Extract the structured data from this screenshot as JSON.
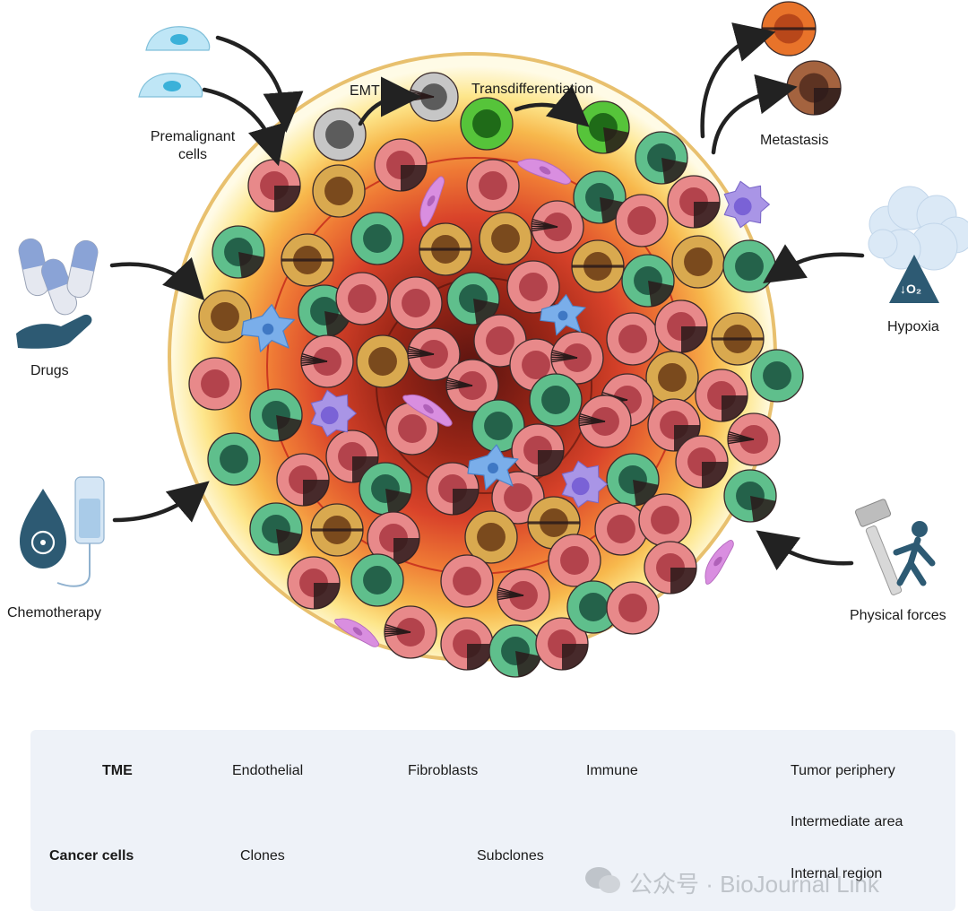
{
  "labels": {
    "premalignant": [
      "Premalignant",
      "cells"
    ],
    "emt": "EMT",
    "transdifferentiation": "Transdifferentiation",
    "metastasis": "Metastasis",
    "drugs": "Drugs",
    "hypoxia": "Hypoxia",
    "hypoxia_symbol": "↓O₂",
    "chemotherapy": "Chemotherapy",
    "physical_forces": "Physical forces"
  },
  "legend": {
    "tme": "TME",
    "endothelial": "Endothelial",
    "fibroblasts": "Fibroblasts",
    "immune": "Immune",
    "cancer_cells": "Cancer cells",
    "clones": "Clones",
    "subclones": "Subclones",
    "tumor_periphery": "Tumor periphery",
    "intermediate_area": "Intermediate area",
    "internal_region": "Internal region"
  },
  "watermark": "公众号 · BioJournal Link",
  "colors": {
    "pink_cell": "#e8898a",
    "pink_nucleus": "#b3434c",
    "green_cell": "#5fbf8c",
    "green_nucleus": "#24624a",
    "gold_cell": "#d9a94f",
    "gold_nucleus": "#7a4a1d",
    "bright_green_cell": "#56c43a",
    "bright_green_nucleus": "#1f6b18",
    "grey_cell": "#c6c6c6",
    "grey_nucleus": "#5c5c5c",
    "orange_cell": "#e8732a",
    "brown_cell": "#a4633f",
    "endothelial": "#d98ee0",
    "fibroblast": "#7aaeea",
    "immune": "#a995e6",
    "periphery": "#f1cf7d",
    "tumor_core": "#6e1a12",
    "intermediate": "#e0482b",
    "legend_bg": "#eef2f8"
  }
}
